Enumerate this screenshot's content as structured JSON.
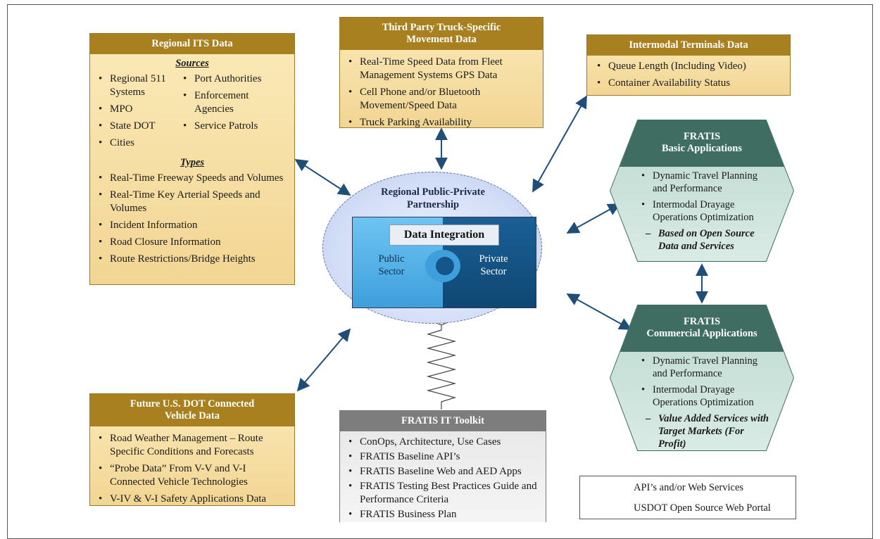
{
  "regional_its": {
    "title": "Regional ITS Data",
    "sources_heading": "Sources",
    "sources_left": [
      "Regional 511 Systems",
      "MPO",
      "State DOT",
      "Cities"
    ],
    "sources_right": [
      "Port Authorities",
      "Enforcement Agencies",
      "Service Patrols"
    ],
    "types_heading": "Types",
    "types": [
      "Real-Time Freeway Speeds and Volumes",
      "Real-Time Key Arterial Speeds and Volumes",
      "Incident Information",
      "Road Closure Information",
      "Route Restrictions/Bridge Heights"
    ]
  },
  "third_party": {
    "title_line1": "Third Party Truck-Specific",
    "title_line2": "Movement Data",
    "items": [
      "Real-Time Speed Data from Fleet Management Systems GPS Data",
      "Cell Phone and/or Bluetooth Movement/Speed Data",
      "Truck Parking Availability"
    ]
  },
  "intermodal": {
    "title": "Intermodal Terminals Data",
    "items": [
      "Queue Length (Including Video)",
      "Container Availability Status"
    ]
  },
  "basic_apps": {
    "title_line1": "FRATIS",
    "title_line2": "Basic Applications",
    "items": [
      "Dynamic Travel Planning and Performance",
      "Intermodal Drayage Operations Optimization"
    ],
    "note": "Based on Open Source Data and Services"
  },
  "commercial_apps": {
    "title_line1": "FRATIS",
    "title_line2": "Commercial Applications",
    "items": [
      "Dynamic Travel Planning and Performance",
      "Intermodal Drayage Operations Optimization"
    ],
    "note": "Value Added Services with Target Markets (For Profit)"
  },
  "partnership": {
    "title_line1": "Regional Public-Private",
    "title_line2": "Partnership",
    "data_integration": "Data Integration",
    "public_line1": "Public",
    "public_line2": "Sector",
    "private_line1": "Private",
    "private_line2": "Sector"
  },
  "connected_vehicle": {
    "title_line1": "Future U.S. DOT Connected",
    "title_line2": "Vehicle Data",
    "items": [
      "Road Weather Management – Route Specific Conditions and Forecasts",
      "“Probe Data” From V-V and V-I Connected Vehicle Technologies",
      "V-IV & V-I Safety Applications Data"
    ]
  },
  "toolkit": {
    "title": "FRATIS IT Toolkit",
    "items": [
      "ConOps, Architecture, Use Cases",
      "FRATIS Baseline API’s",
      "FRATIS Baseline Web and AED Apps",
      "FRATIS Testing Best Practices Guide and Performance Criteria",
      "FRATIS Business Plan"
    ]
  },
  "legend": {
    "api_label": "API’s and/or Web Services",
    "portal_label": "USDOT Open Source Web Portal"
  },
  "colors": {
    "gold_header": "#a8801f",
    "teal_header": "#3f6d61",
    "arrow": "#1f4e79"
  }
}
